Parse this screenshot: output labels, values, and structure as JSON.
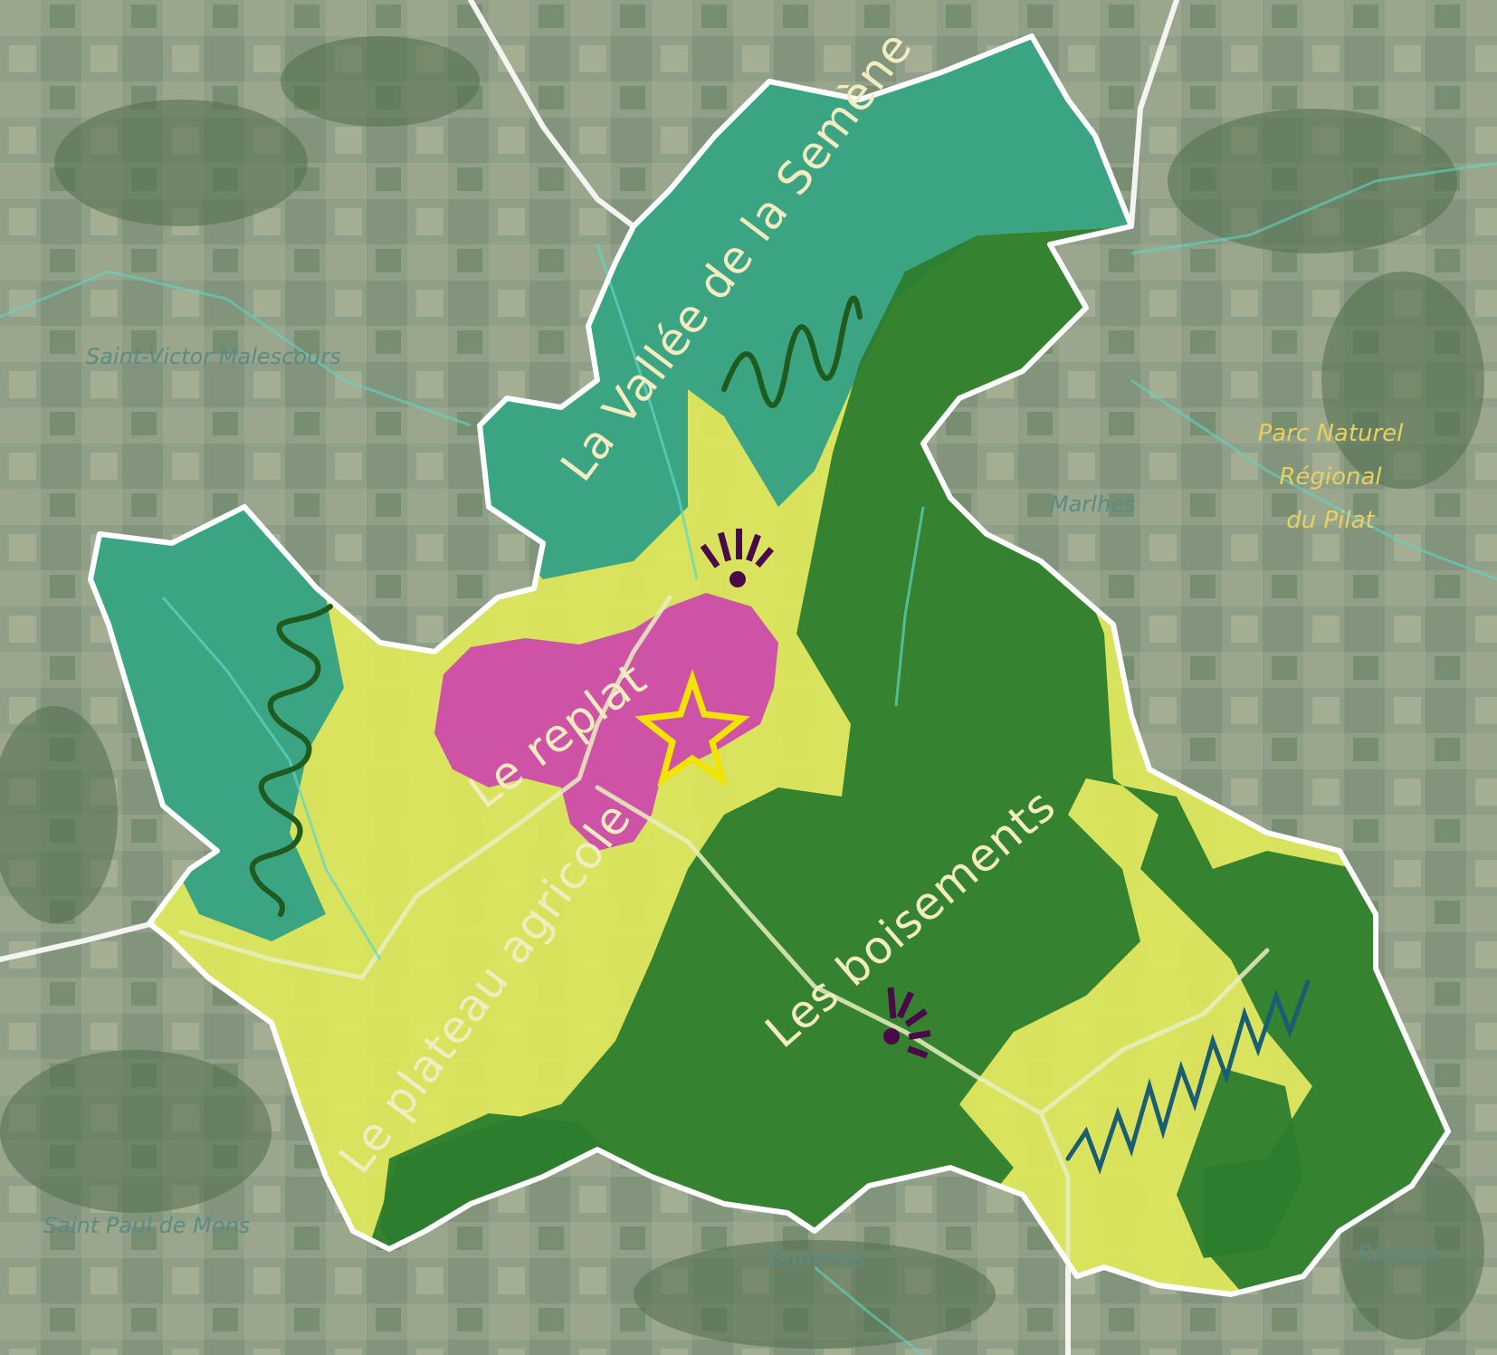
{
  "map": {
    "units": {
      "vallee": "La Vallée de la Semène",
      "replat": "Le replat",
      "plateau": "Le plateau agricole",
      "boisements": "Les boisements"
    },
    "neighbours": {
      "saint_victor": "Saint-Victor Malescours",
      "marlhes": "Marlhes",
      "saint_paul": "Saint Paul de Mons",
      "dunieres": "Dunières",
      "riotord": "Riotord"
    },
    "park": {
      "line1": "Parc Naturel",
      "line2": "Régional",
      "line3": "du Pilat"
    },
    "colors": {
      "valley": "#2e9e86",
      "plateau": "#dfe85a",
      "forest": "#2c7d2e",
      "village": "#cc3fb0",
      "star": "#f2e400",
      "viewpoint": "#4a0a4a",
      "background": "#8a9a85",
      "river": "#5fd6c4"
    },
    "icons": [
      "village-star-icon",
      "viewpoint-icon",
      "transition-wave-icon"
    ]
  }
}
